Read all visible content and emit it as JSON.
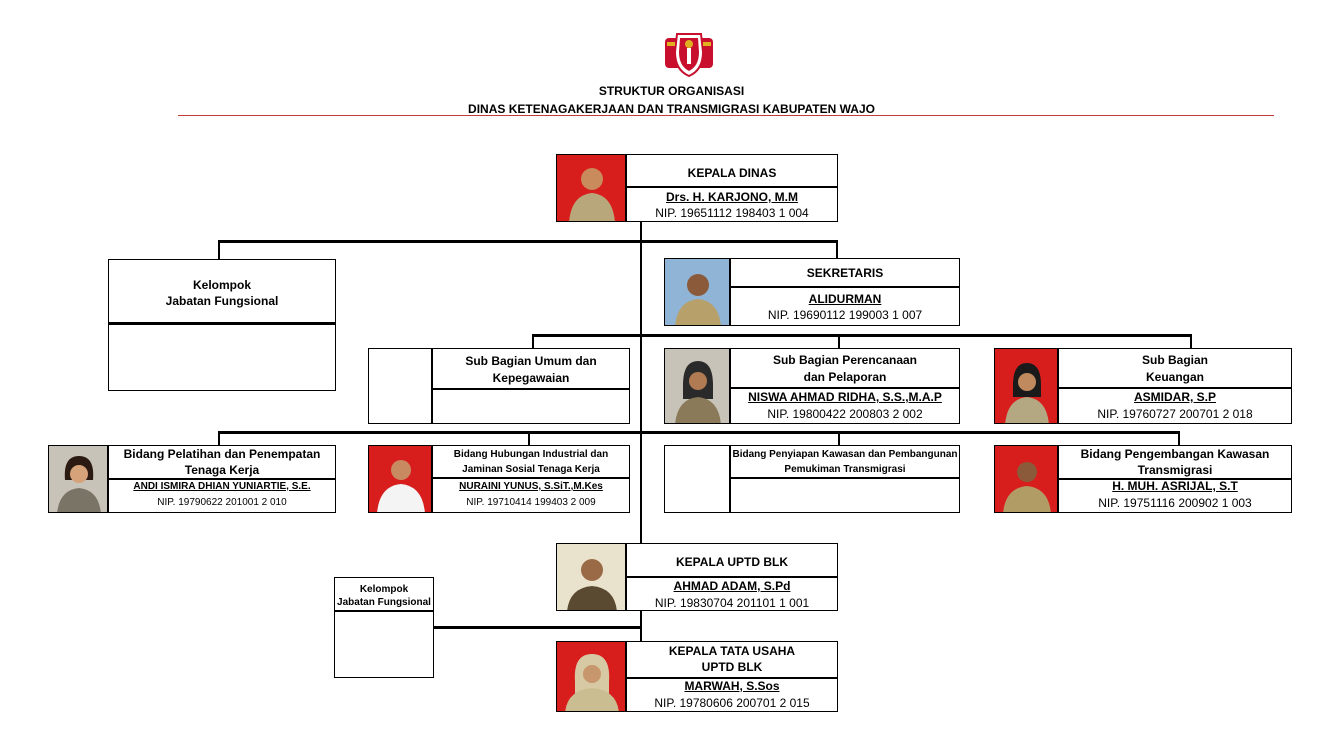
{
  "header": {
    "title": "STRUKTUR ORGANISASI",
    "subtitle": "DINAS KETENAGAKERJAAN DAN TRANSMIGRASI KABUPATEN WAJO",
    "colors": {
      "rule": "#c23a3a",
      "logo_red": "#c8102e",
      "logo_gold": "#e0b020"
    }
  },
  "kepala_dinas": {
    "title": "KEPALA DINAS",
    "name": "Drs. H. KARJONO, M.M",
    "nip": "NIP. 19651112 198403 1 004"
  },
  "kelompok_fungsional_top": {
    "title_line1": "Kelompok",
    "title_line2": "Jabatan Fungsional"
  },
  "sekretaris": {
    "title": "SEKRETARIS",
    "name": "ALIDURMAN",
    "nip": "NIP. 19690112 199003 1 007"
  },
  "sub_umum": {
    "title_line1": "Sub Bagian Umum dan",
    "title_line2": "Kepegawaian"
  },
  "sub_perencanaan": {
    "title_line1": "Sub Bagian Perencanaan",
    "title_line2": "dan Pelaporan",
    "name": "NISWA AHMAD RIDHA, S.S.,M.A.P",
    "nip": "NIP. 19800422 200803 2 002"
  },
  "sub_keuangan": {
    "title_line1": "Sub Bagian",
    "title_line2": "Keuangan",
    "name": "ASMIDAR, S.P",
    "nip": "NIP. 19760727 200701 2 018"
  },
  "bidang_pelatihan": {
    "title_line1": "Bidang Pelatihan dan Penempatan",
    "title_line2": "Tenaga Kerja",
    "name": "ANDI ISMIRA DHIAN YUNIARTIE, S.E.",
    "nip": "NIP. 19790622 201001 2 010"
  },
  "bidang_hubungan": {
    "title_line1": "Bidang Hubungan Industrial dan",
    "title_line2": "Jaminan Sosial Tenaga Kerja",
    "name": "NURAINI YUNUS, S.SiT.,M.Kes",
    "nip": "NIP. 19710414 199403 2 009"
  },
  "bidang_penyiapan": {
    "title_line1": "Bidang Penyiapan Kawasan dan Pembangunan",
    "title_line2": "Pemukiman Transmigrasi"
  },
  "bidang_pengembangan": {
    "title_line1": "Bidang Pengembangan Kawasan",
    "title_line2": "Transmigrasi",
    "name": "H. MUH. ASRIJAL, S.T",
    "nip": "NIP. 19751116 200902 1 003"
  },
  "kepala_uptd": {
    "title": "KEPALA UPTD BLK",
    "name": "AHMAD ADAM, S.Pd",
    "nip": "NIP. 19830704 201101 1 001"
  },
  "kelompok_fungsional_bottom": {
    "title_line1": "Kelompok",
    "title_line2": "Jabatan Fungsional"
  },
  "kepala_tu": {
    "title_line1": "KEPALA TATA USAHA",
    "title_line2": "UPTD BLK",
    "name": "MARWAH, S.Sos",
    "nip": "NIP. 19780606 200701 2 015"
  }
}
